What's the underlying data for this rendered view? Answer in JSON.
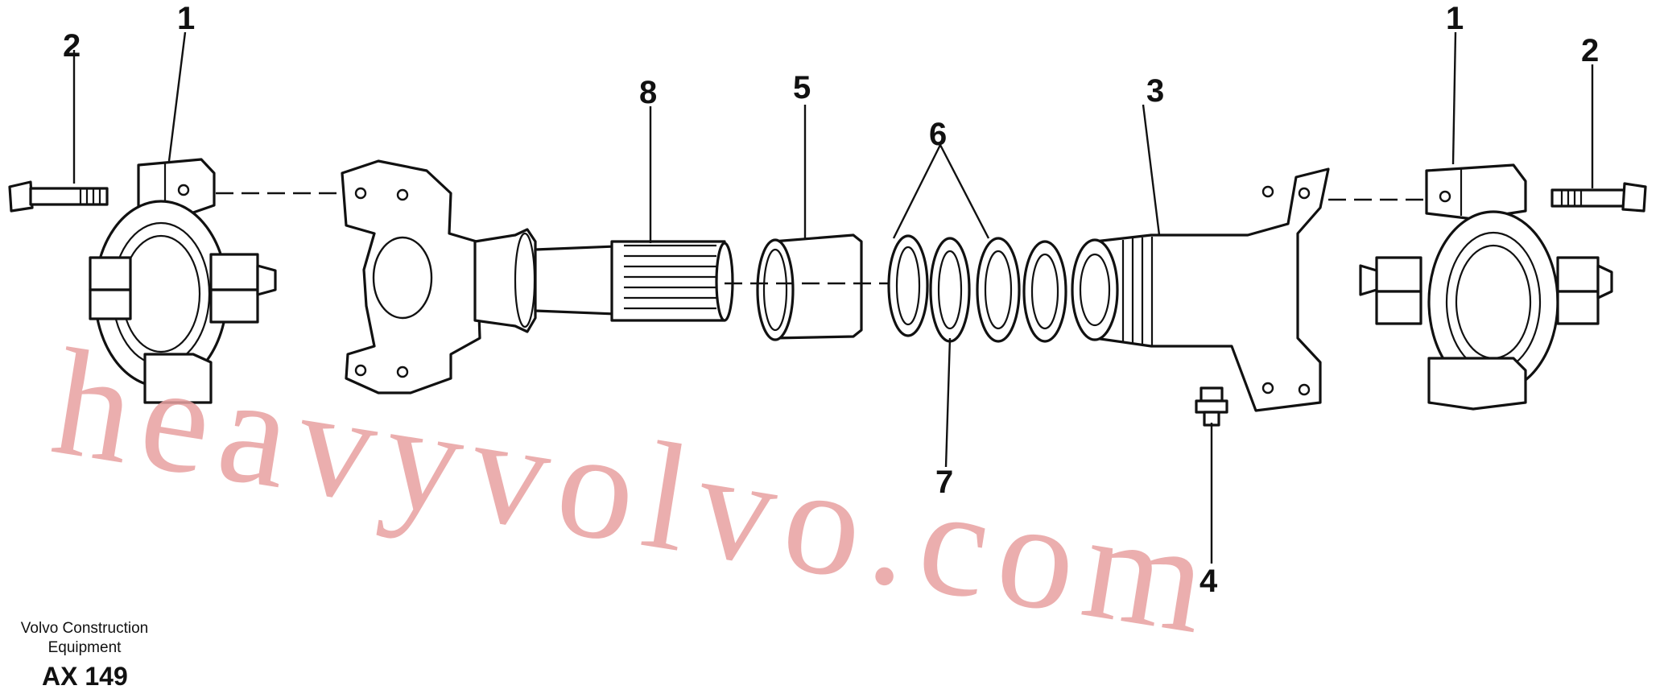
{
  "callouts": [
    "1",
    "2",
    "3",
    "4",
    "5",
    "6",
    "7",
    "8"
  ],
  "footer": {
    "company_line1": "Volvo Construction",
    "company_line2": "Equipment",
    "code": "AX 149"
  },
  "watermark": "heavyvolvo.com",
  "colors": {
    "ink": "#111111",
    "watermark": "#e8a1a1",
    "background": "#ffffff"
  }
}
